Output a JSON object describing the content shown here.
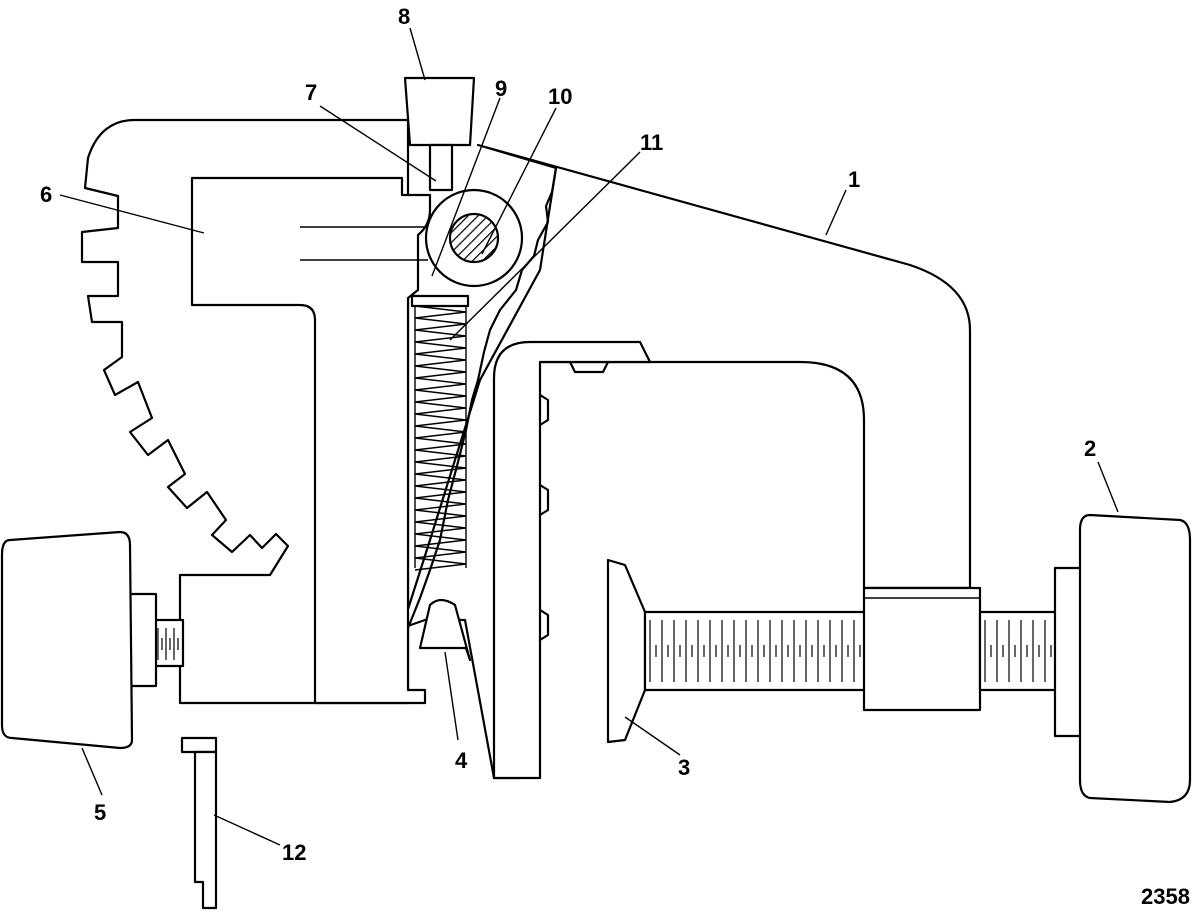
{
  "figure_id": "2358",
  "callouts": [
    {
      "id": "1",
      "text": "1"
    },
    {
      "id": "2",
      "text": "2"
    },
    {
      "id": "3",
      "text": "3"
    },
    {
      "id": "4",
      "text": "4"
    },
    {
      "id": "5",
      "text": "5"
    },
    {
      "id": "6",
      "text": "6"
    },
    {
      "id": "7",
      "text": "7"
    },
    {
      "id": "8",
      "text": "8"
    },
    {
      "id": "9",
      "text": "9"
    },
    {
      "id": "10",
      "text": "10"
    },
    {
      "id": "11",
      "text": "11"
    },
    {
      "id": "12",
      "text": "12"
    }
  ],
  "colors": {
    "line": "#000000",
    "background": "#ffffff"
  }
}
